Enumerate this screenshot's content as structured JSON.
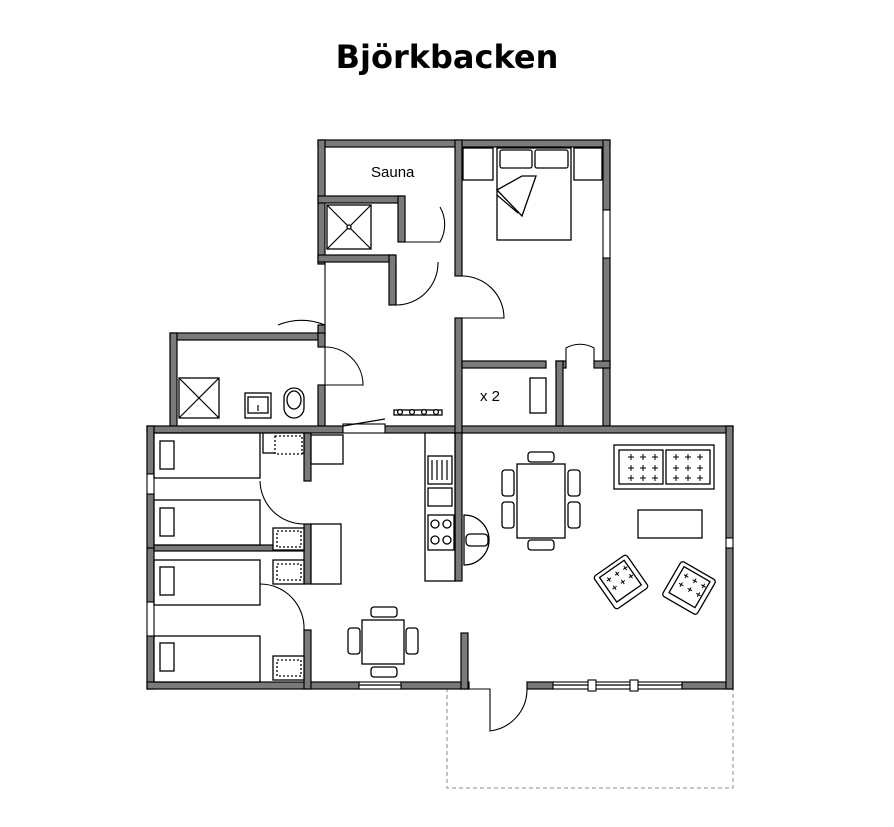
{
  "title": "Björkbacken",
  "labels": {
    "sauna": "Sauna",
    "bunk": "x 2"
  }
}
